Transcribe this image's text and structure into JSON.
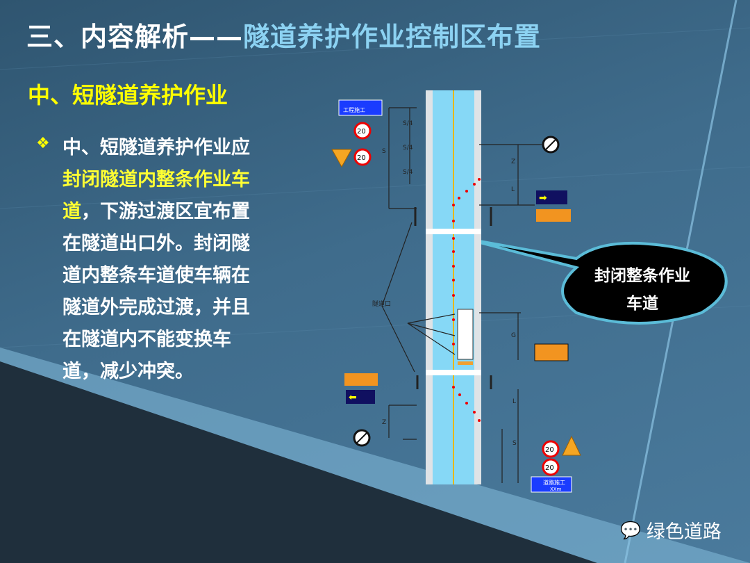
{
  "title": {
    "prefix": "三、内容解析——",
    "highlight": "隧道养护作业控制区布置"
  },
  "subtitle": "中、短隧道养护作业",
  "body": {
    "bullet": "❖",
    "p1": "中、短隧道养护作业应",
    "p2": "封闭隧道内整条作业车道",
    "p3": "，下游过渡区宜布置在隧道出口外。封闭隧道内整条车道使车辆在隧道外完成过渡，并且在隧道内不能变换车道，减少冲突。"
  },
  "callout": {
    "line1": "封闭整条作业",
    "line2": "车道"
  },
  "diagram": {
    "speed": "20",
    "quarter": "S/4",
    "s": "S",
    "z": "Z",
    "l": "L",
    "g": "G",
    "tunnel_mouth": "隧道口",
    "sign_top": "工程施工",
    "sign_bottom": "道路施工",
    "distance": "XXm"
  },
  "watermark": "绿色道路"
}
